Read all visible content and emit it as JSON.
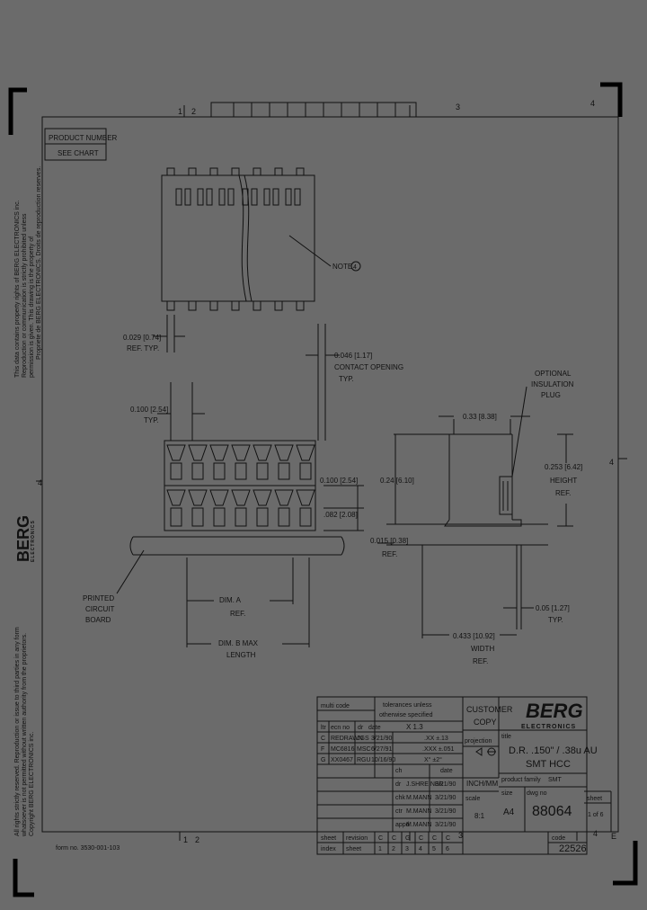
{
  "sheet_border": {
    "zone_top": [
      "1",
      "2",
      "3",
      "4"
    ],
    "zone_bottom": [
      "1",
      "2",
      "3",
      "4"
    ],
    "zone_side": [
      "4",
      "4",
      "E"
    ]
  },
  "product_box": {
    "title": "PRODUCT NUMBER",
    "value": "SEE CHART"
  },
  "left_sidebar": {
    "notice_top": [
      "This data contains property rights of BERG ELECTRONICS inc.",
      "Reproduction or communication is strictly prohibited unless",
      "permission is given. This drawing is the property of",
      "Propriete de BERG ELECTRONICS. Droits de reproduction reserves."
    ],
    "brand": "BERG",
    "brand_sub": "ELECTRONICS",
    "notice_bottom": [
      "All rights strictly reserved. Reproduction or issue to third parties in any form",
      "whatsoever is not permitted without written authority from the proprietors.",
      "Copyright BERG ELECTRONICS inc."
    ]
  },
  "drawing": {
    "note_label": "NOTE",
    "note_number": "4",
    "dim_0029": "0.029 [0.74]",
    "dim_0029_ref": "REF. TYP.",
    "dim_0046": "0.046 [1.17]",
    "contact_opening": "CONTACT OPENING",
    "contact_typ": "TYP.",
    "dim_0100_top": "0.100 [2.54]",
    "dim_0100_top_typ": "TYP.",
    "dim_0100_right": "0.100 [2.54]",
    "dim_082": ".082 [2.08]",
    "printed_circuit_board": [
      "PRINTED",
      "CIRCUIT",
      "BOARD"
    ],
    "dim_a": "DIM. A",
    "dim_a_ref": "REF.",
    "dim_b": "DIM. B MAX",
    "dim_b_length": "LENGTH",
    "optional_plug": [
      "OPTIONAL",
      "INSULATION",
      "PLUG"
    ],
    "dim_033": "0.33 [8.38]",
    "dim_024": "0.24 [6.10]",
    "dim_0253": "0.253 [6.42]",
    "height_ref": [
      "HEIGHT",
      "REF."
    ],
    "dim_0015": "0.015 [0.38]",
    "dim_0015_ref": "REF.",
    "dim_005": "0.05 [1.27]",
    "dim_005_typ": "TYP.",
    "dim_0433": "0.433 [10.92]",
    "width_ref": [
      "WIDTH",
      "REF."
    ]
  },
  "title_block": {
    "multi_code_label": "multi code",
    "tolerances": [
      "tolerances unless",
      "otherwise specified"
    ],
    "customer_copy": [
      "CUSTOMER",
      "COPY"
    ],
    "brand": "BERG",
    "brand_sub": "ELECTRONICS",
    "scale_ratio": "X 1.3",
    "rev_header": [
      "ltr",
      "ecn no",
      "dr",
      "date"
    ],
    "revisions": [
      [
        "C",
        "REDRAWN",
        "JGS",
        "3/21/90"
      ],
      [
        "F",
        "MC6816",
        "MSC",
        "6/27/91"
      ],
      [
        "G",
        "XX0467",
        "RGU",
        "10/16/90"
      ]
    ],
    "tol_rows": [
      ".XX ±.13",
      ".XXX ±.051",
      "X° ±2°"
    ],
    "projection_label": "projection",
    "sign_header": [
      "ch",
      "date"
    ],
    "sign_rows": [
      [
        "dr",
        "J.SHREINER",
        "3/21/90"
      ],
      [
        "chk",
        "M.MANN",
        "3/21/90"
      ],
      [
        "ctr",
        "M.MANN",
        "3/21/90"
      ],
      [
        "appd",
        "M.MANN",
        "3/21/90"
      ]
    ],
    "units": "INCH/MM",
    "scale_label": "scale",
    "scale_value": "8:1",
    "title_label": "title",
    "title_lines": [
      "D.R. .150\" / .38u AU",
      "SMT HCC"
    ],
    "product_family_label": "product family",
    "product_family_value": "SMT",
    "size_label": "size",
    "dwg_no_label": "dwg no",
    "size_value": "A4",
    "dwg_no": "88064",
    "sheet_label": "sheet",
    "sheet_value": "1 of 6",
    "code_label": "code",
    "code_value": "22526",
    "bottom_sheet_label": "sheet",
    "bottom_revision_label": "revision",
    "rev_letters": [
      "C",
      "C",
      "G",
      "C",
      "C",
      "C"
    ],
    "bottom_index_label": "index",
    "bottom_sheet2_label": "sheet",
    "sheet_numbers": [
      "1",
      "2",
      "3",
      "4",
      "5",
      "6"
    ]
  },
  "form_no": "form no. 3530-001-103"
}
